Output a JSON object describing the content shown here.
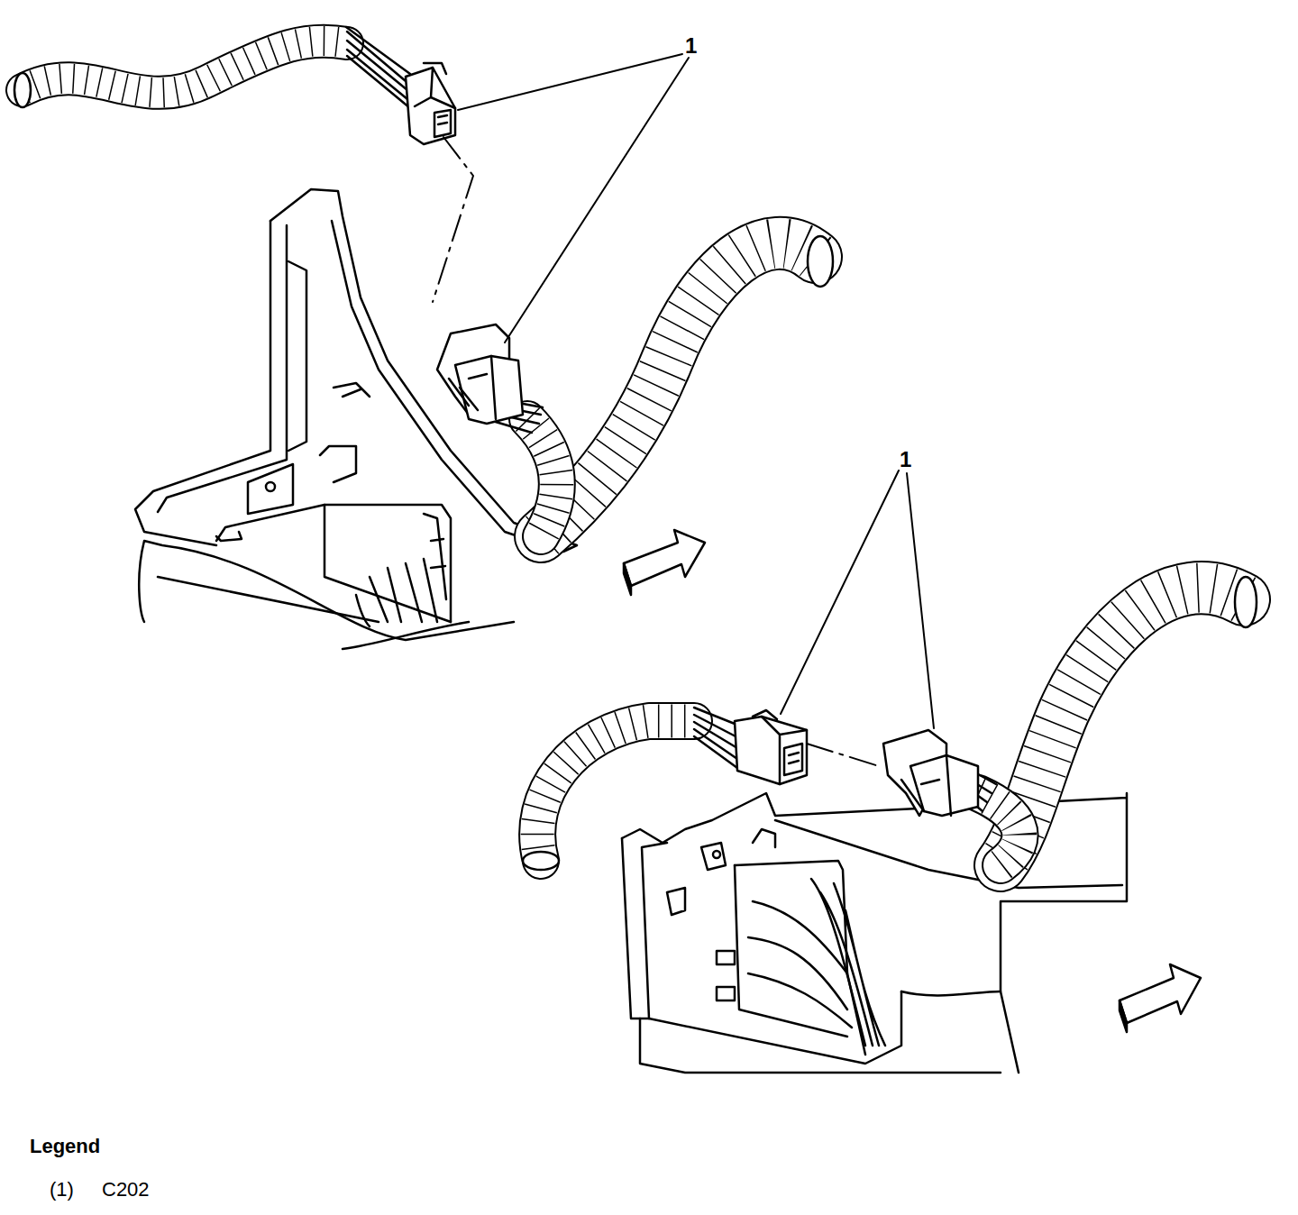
{
  "diagram": {
    "labels": [
      "1",
      "1",
      "Legend",
      "(1)",
      "C202"
    ]
  }
}
